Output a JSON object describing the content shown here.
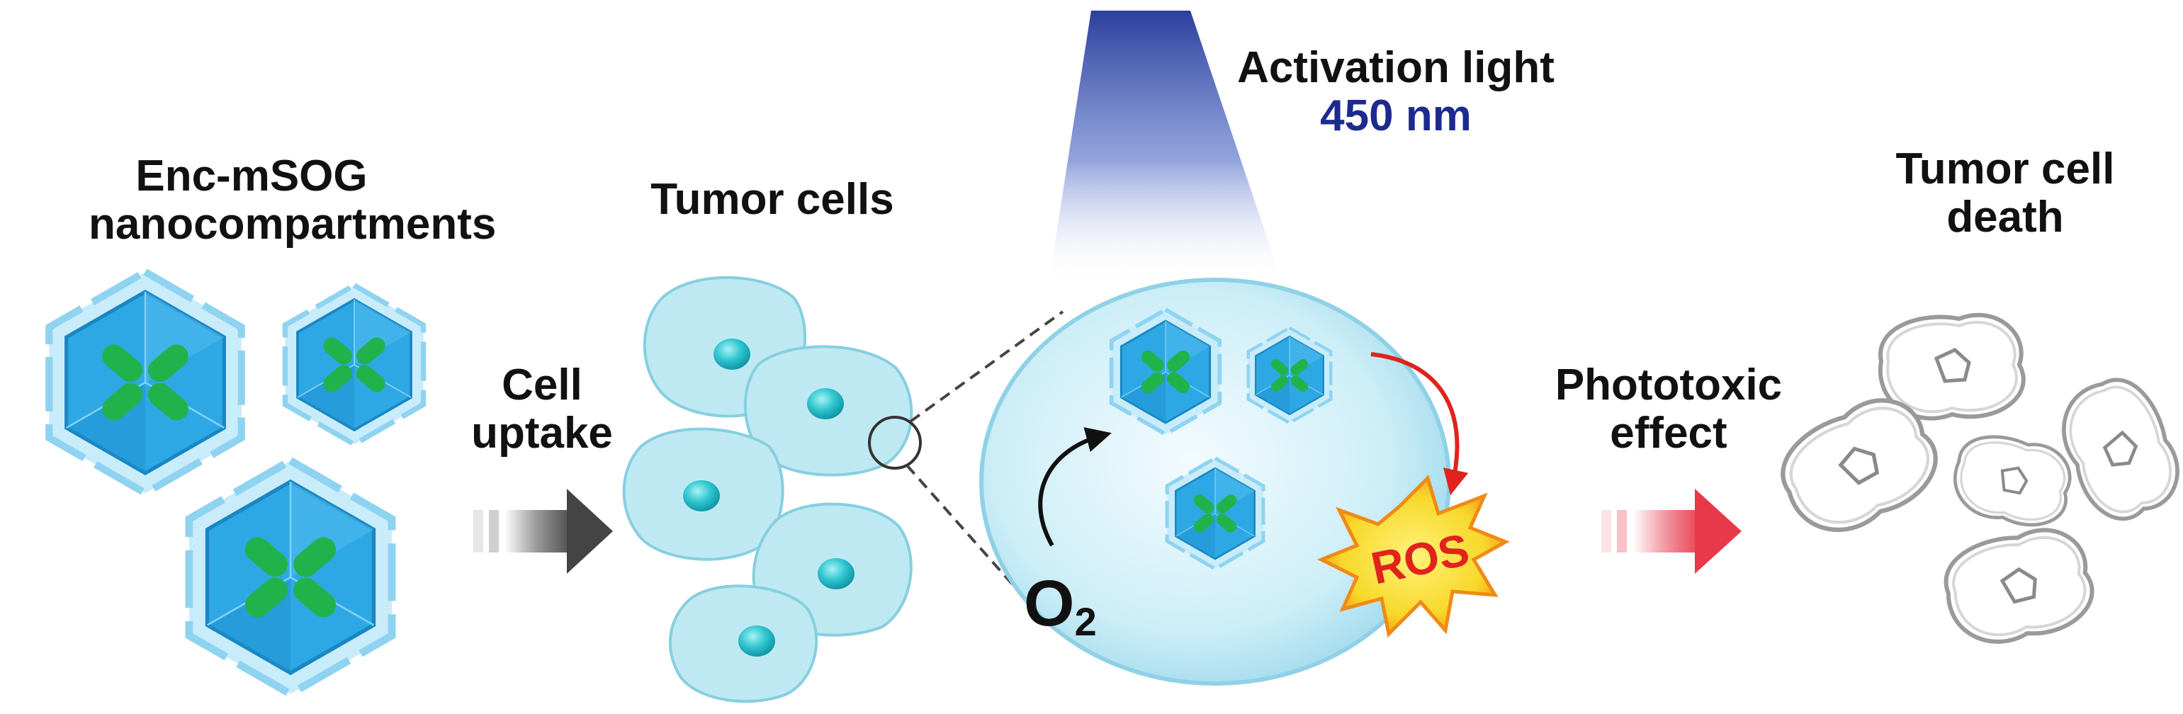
{
  "labels": {
    "enc_line1": "Enc-mSOG",
    "enc_line2": "nanocompartments",
    "uptake_line1": "Cell",
    "uptake_line2": "uptake",
    "tumor_cells": "Tumor cells",
    "light_line1": "Activation light",
    "light_line2": "450 nm",
    "photo_line1": "Phototoxic",
    "photo_line2": "effect",
    "death_line1": "Tumor cell",
    "death_line2": "death",
    "ros": "ROS",
    "o2_main": "O",
    "o2_sub": "2"
  },
  "colors": {
    "shell_blue": "#2ea8e4",
    "cargo_green": "#22b24c",
    "cell_fill": "#bfe9f2",
    "nucleus": "#23bcc8",
    "light_blue": "#2b3f9e",
    "ros_burst": "#f7e33c",
    "ros_text": "#e0231c",
    "phototoxic_arrow": "#e8394b",
    "uptake_arrow": "#555555"
  },
  "icons": {
    "uptake_arrow": "gray-gradient-arrow",
    "phototoxic_arrow": "red-gradient-arrow",
    "ros_burst": "starburst-icon",
    "reaction_arrow": "curved-arrow-icon"
  }
}
